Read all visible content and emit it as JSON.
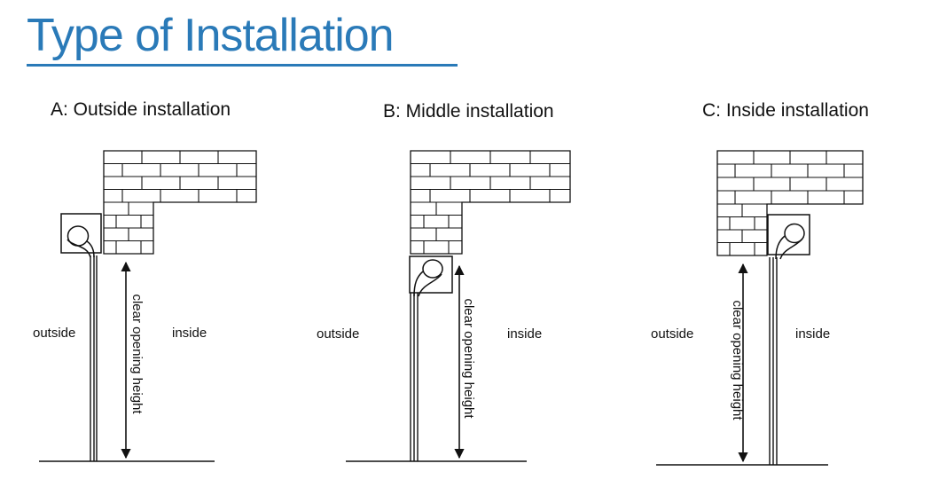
{
  "title": "Type of Installation",
  "panels": [
    {
      "title": "A: Outside installation",
      "outside_label": "outside",
      "inside_label": "inside",
      "dimension_label": "clear opening height"
    },
    {
      "title": "B: Middle installation",
      "outside_label": "outside",
      "inside_label": "inside",
      "dimension_label": "clear opening height"
    },
    {
      "title": "C: Inside installation",
      "outside_label": "outside",
      "inside_label": "inside",
      "dimension_label": "clear opening height"
    }
  ],
  "colors": {
    "title": "#2a7ab8",
    "line": "#111111"
  }
}
